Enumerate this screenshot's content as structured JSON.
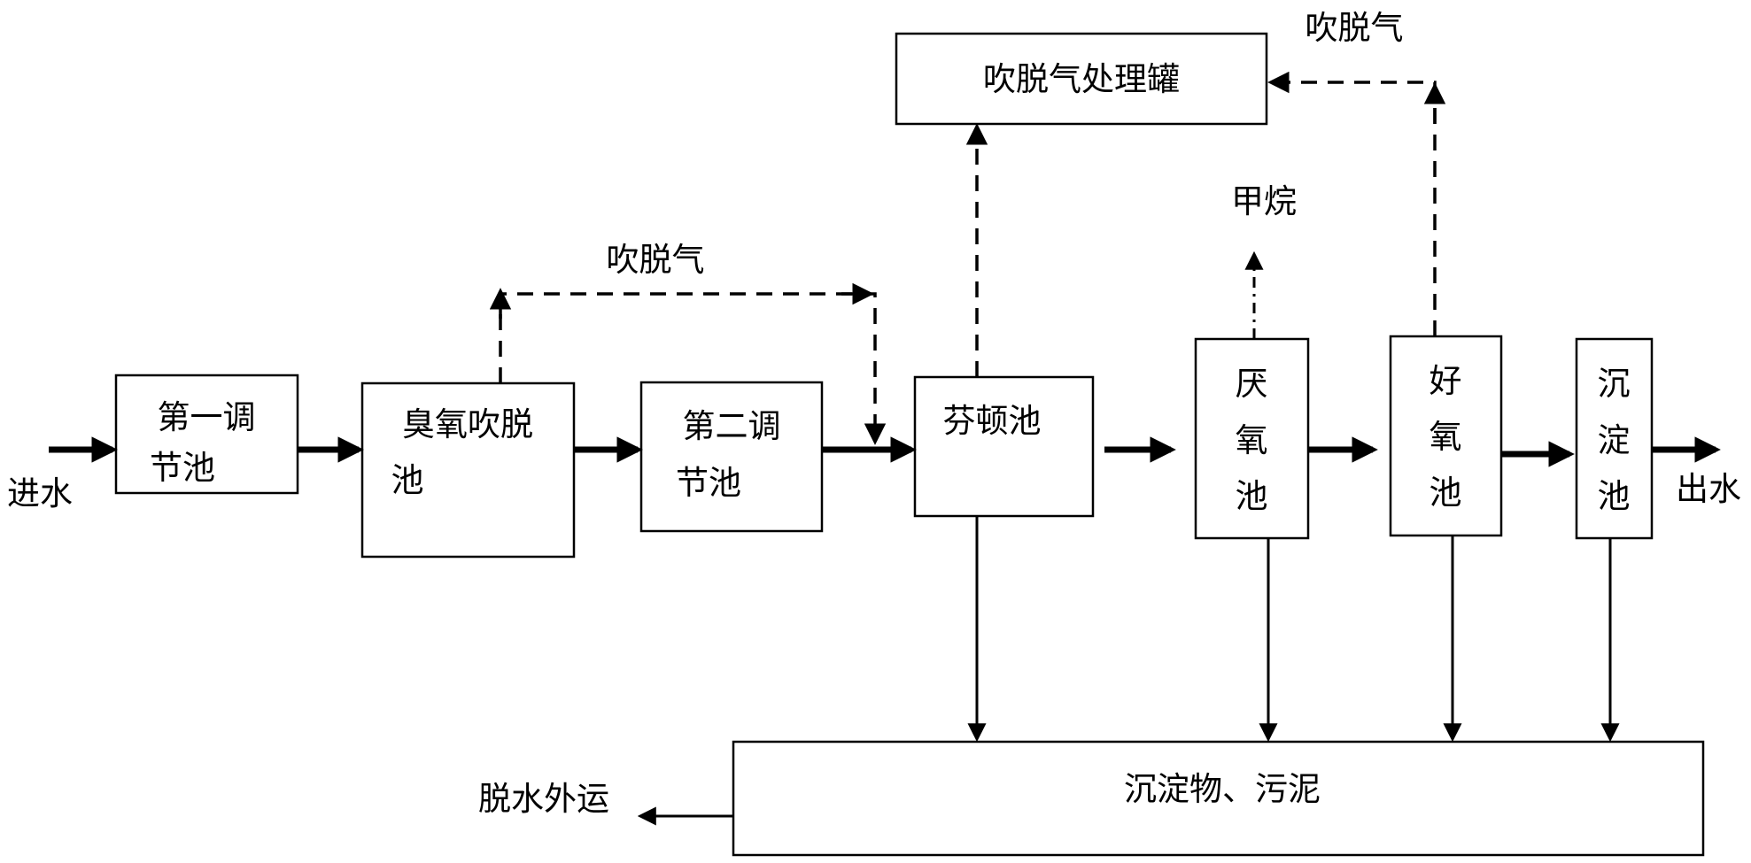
{
  "nodes": {
    "first_adjust_tank": [
      "第一调",
      "节池"
    ],
    "ozone_stripping_tank": [
      "臭氧吹脱",
      "池"
    ],
    "second_adjust_tank": [
      "第二调",
      "节池"
    ],
    "fenton_tank": [
      "芬顿池"
    ],
    "anaerobic_tank": [
      "厌",
      "氧",
      "池"
    ],
    "aerobic_tank": [
      "好",
      "氧",
      "池"
    ],
    "sedimentation_tank": [
      "沉",
      "淀",
      "池"
    ],
    "stripping_gas_treatment_tank": "吹脱气处理罐",
    "sludge_tank": "沉淀物、污泥"
  },
  "labels": {
    "inlet": "进水",
    "outlet": "出水",
    "stripping_gas_middle": "吹脱气",
    "stripping_gas_top": "吹脱气",
    "methane": "甲烷",
    "dewatering": "脱水外运"
  },
  "colors": {
    "line": "#000000",
    "background": "#ffffff"
  }
}
